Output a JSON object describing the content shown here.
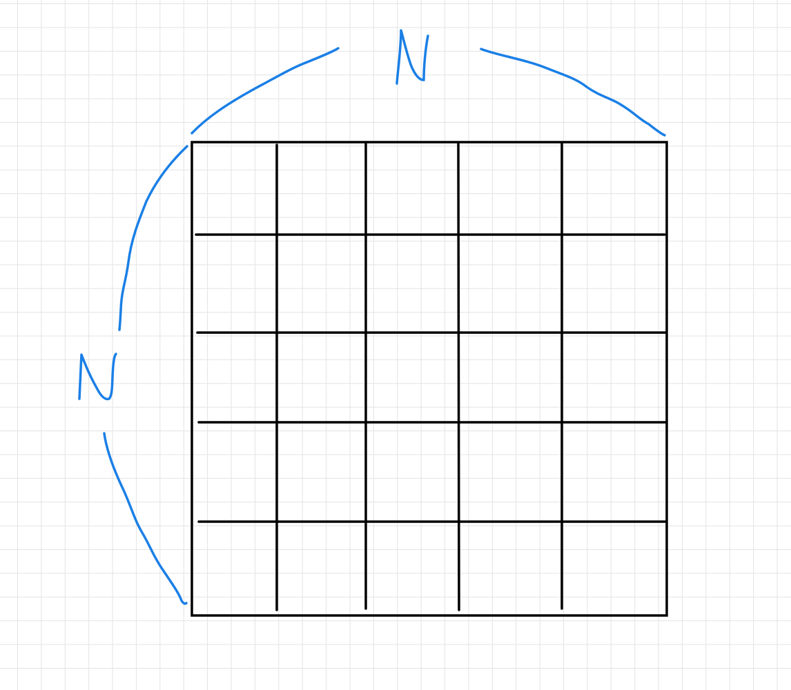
{
  "diagram": {
    "top_dimension_label": "N",
    "left_dimension_label": "N",
    "grid": {
      "rows": 5,
      "columns": 5
    },
    "colors": {
      "grid_ink": "#000000",
      "annotation_ink": "#1a7fe6",
      "paper_lines": "#e3e3e3",
      "paper": "#ffffff"
    }
  }
}
